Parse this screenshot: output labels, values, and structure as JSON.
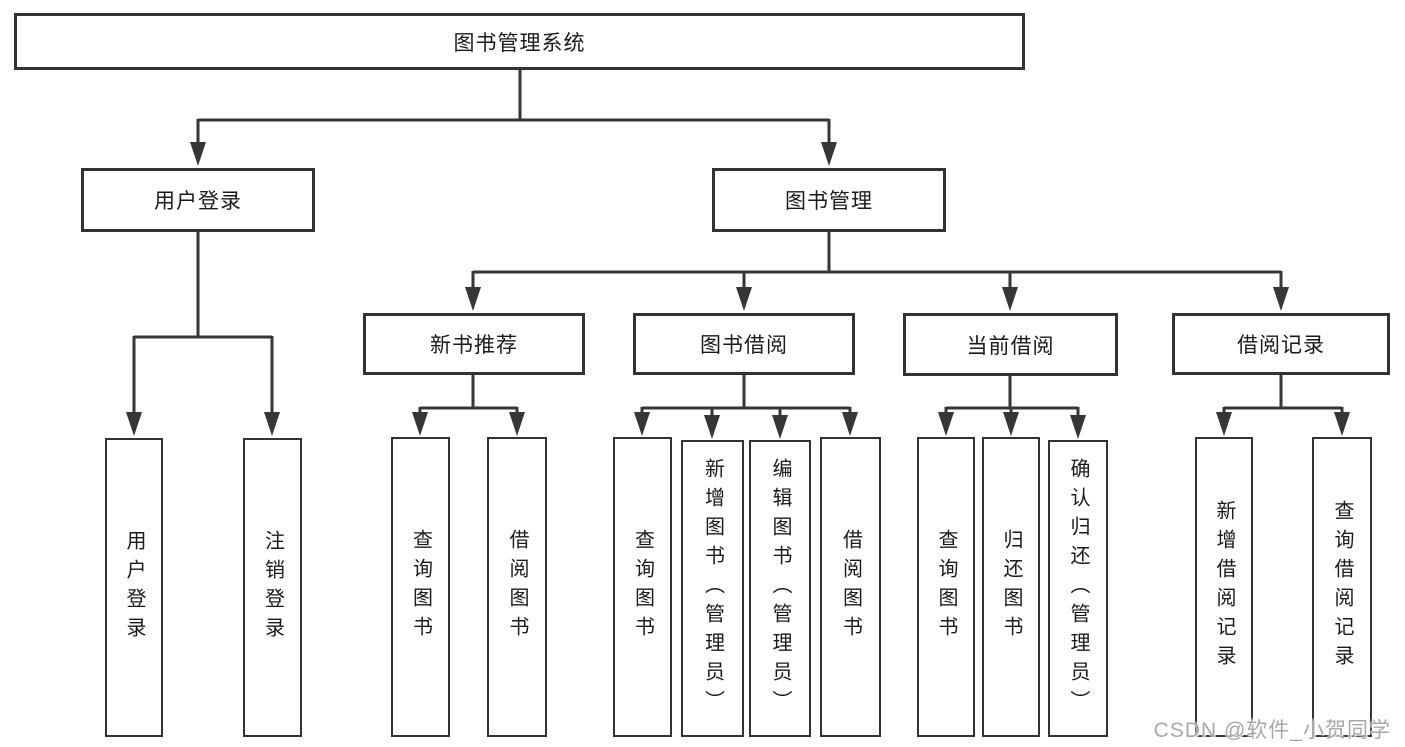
{
  "diagram": {
    "type": "hierarchy-tree",
    "root": {
      "label": "图书管理系统"
    },
    "branches": [
      {
        "label": "用户登录",
        "children": [
          {
            "label": "用户登录"
          },
          {
            "label": "注销登录"
          }
        ]
      },
      {
        "label": "图书管理",
        "children": [
          {
            "label": "新书推荐",
            "children": [
              {
                "label": "查询图书"
              },
              {
                "label": "借阅图书"
              }
            ]
          },
          {
            "label": "图书借阅",
            "children": [
              {
                "label": "查询图书"
              },
              {
                "label": "新增图书（管理员）"
              },
              {
                "label": "编辑图书（管理员）"
              },
              {
                "label": "借阅图书"
              }
            ]
          },
          {
            "label": "当前借阅",
            "children": [
              {
                "label": "查询图书"
              },
              {
                "label": "归还图书"
              },
              {
                "label": "确认归还（管理员）"
              }
            ]
          },
          {
            "label": "借阅记录",
            "children": [
              {
                "label": "新增借阅记录"
              },
              {
                "label": "查询借阅记录"
              }
            ]
          }
        ]
      }
    ]
  },
  "watermark": {
    "text": "CSDN @软件_小贺同学"
  },
  "colors": {
    "background": "#ffffff",
    "line": "#363636",
    "box_border": "#333333",
    "text": "#1a1a1a",
    "watermark": "#a8a8a8"
  }
}
